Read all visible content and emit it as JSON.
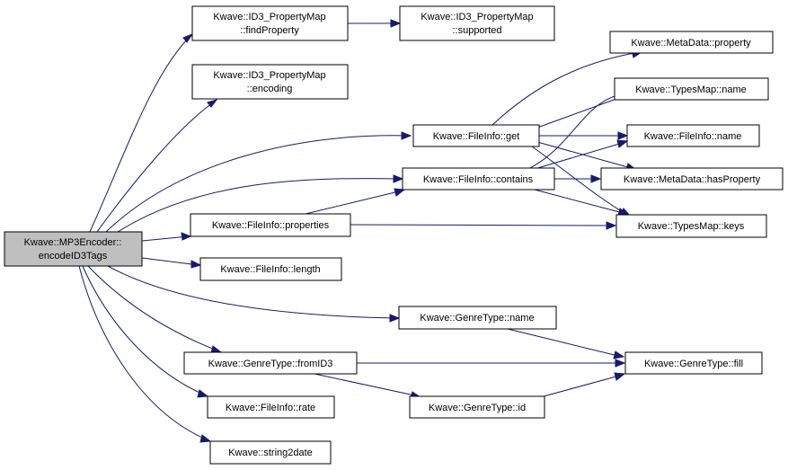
{
  "nodes": {
    "root": [
      "Kwave::MP3Encoder::",
      "encodeID3Tags"
    ],
    "findProperty": [
      "Kwave::ID3_PropertyMap",
      "::findProperty"
    ],
    "supported": [
      "Kwave::ID3_PropertyMap",
      "::supported"
    ],
    "encoding": [
      "Kwave::ID3_PropertyMap",
      "::encoding"
    ],
    "mdProperty": [
      "Kwave::MetaData::property"
    ],
    "tmName": [
      "Kwave::TypesMap::name"
    ],
    "fiGet": [
      "Kwave::FileInfo::get"
    ],
    "fiName": [
      "Kwave::FileInfo::name"
    ],
    "fiContains": [
      "Kwave::FileInfo::contains"
    ],
    "mdHasProperty": [
      "Kwave::MetaData::hasProperty"
    ],
    "fiProperties": [
      "Kwave::FileInfo::properties"
    ],
    "tmKeys": [
      "Kwave::TypesMap::keys"
    ],
    "fiLength": [
      "Kwave::FileInfo::length"
    ],
    "gtName": [
      "Kwave::GenreType::name"
    ],
    "gtFromID3": [
      "Kwave::GenreType::fromID3"
    ],
    "gtFill": [
      "Kwave::GenreType::fill"
    ],
    "fiRate": [
      "Kwave::FileInfo::rate"
    ],
    "gtId": [
      "Kwave::GenreType::id"
    ],
    "string2date": [
      "Kwave::string2date"
    ]
  },
  "colors": {
    "edge": "#191970",
    "root_fill": "#bfbfbf",
    "node_fill": "#ffffff",
    "node_border": "#000000"
  }
}
